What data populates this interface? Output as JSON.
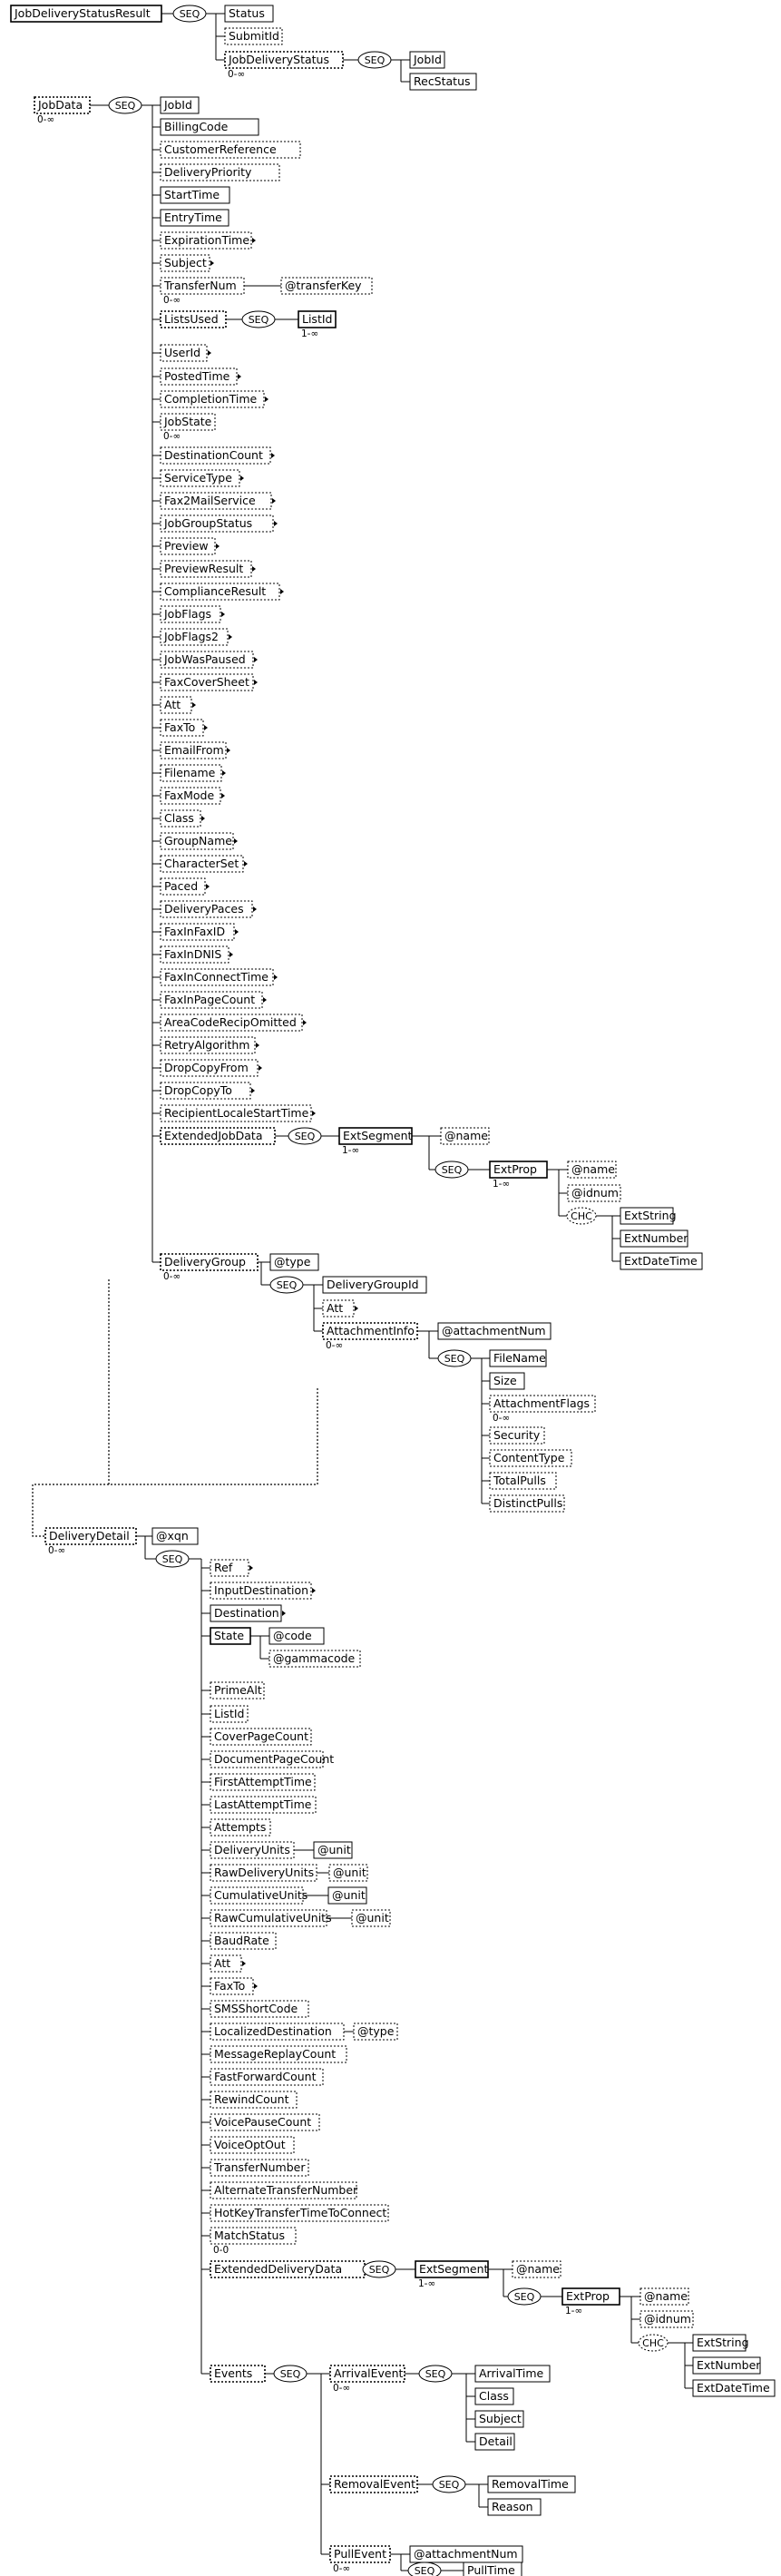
{
  "diagram": {
    "root": "JobDeliveryStatusResult",
    "compositors": {
      "seq": "SEQ",
      "chc": "CHC"
    },
    "cardinalities": {
      "zero_many": "0-∞",
      "one_many": "1-∞",
      "zero_one": "0-0"
    },
    "result_children": [
      "Status",
      "SubmitId",
      "JobDeliveryStatus"
    ],
    "delivery_status_children": [
      "JobId",
      "RecStatus"
    ],
    "jobdata": {
      "label": "JobData",
      "children": [
        "JobId",
        "BillingCode",
        "CustomerReference",
        "DeliveryPriority",
        "StartTime",
        "EntryTime",
        "ExpirationTime",
        "Subject",
        "TransferNum",
        "ListsUsed",
        "UserId",
        "PostedTime",
        "CompletionTime",
        "JobState",
        "DestinationCount",
        "ServiceType",
        "Fax2MailService",
        "JobGroupStatus",
        "Preview",
        "PreviewResult",
        "ComplianceResult",
        "JobFlags",
        "JobFlags2",
        "JobWasPaused",
        "FaxCoverSheet",
        "Att",
        "FaxTo",
        "EmailFrom",
        "Filename",
        "FaxMode",
        "Class",
        "GroupName",
        "CharacterSet",
        "Paced",
        "DeliveryPaces",
        "FaxInFaxID",
        "FaxInDNIS",
        "FaxInConnectTime",
        "FaxInPageCount",
        "AreaCodeRecipOmitted",
        "RetryAlgorithm",
        "DropCopyFrom",
        "DropCopyTo",
        "RecipientLocaleStartTime",
        "ExtendedJobData",
        "DeliveryGroup"
      ],
      "transfer_key": "@transferKey",
      "list_id": "ListId",
      "ext_segment": "ExtSegment",
      "name_attr": "@name",
      "ext_prop": "ExtProp",
      "idnum_attr": "@idnum",
      "ext_values": [
        "ExtString",
        "ExtNumber",
        "ExtDateTime"
      ]
    },
    "delivery_group": {
      "type_attr": "@type",
      "children": [
        "DeliveryGroupId",
        "Att",
        "AttachmentInfo"
      ],
      "attachment_num": "@attachmentNum",
      "attachment_children": [
        "FileName",
        "Size",
        "AttachmentFlags",
        "Security",
        "ContentType",
        "TotalPulls",
        "DistinctPulls"
      ]
    },
    "delivery_detail": {
      "label": "DeliveryDetail",
      "xqn_attr": "@xqn",
      "children": [
        "Ref",
        "InputDestination",
        "Destination",
        "State",
        "PrimeAlt",
        "ListId",
        "CoverPageCount",
        "DocumentPageCount",
        "FirstAttemptTime",
        "LastAttemptTime",
        "Attempts",
        "DeliveryUnits",
        "RawDeliveryUnits",
        "CumulativeUnits",
        "RawCumulativeUnits",
        "BaudRate",
        "Att",
        "FaxTo",
        "SMSShortCode",
        "LocalizedDestination",
        "MessageReplayCount",
        "FastForwardCount",
        "RewindCount",
        "VoicePauseCount",
        "VoiceOptOut",
        "TransferNumber",
        "AlternateTransferNumber",
        "HotKeyTransferTimeToConnect",
        "MatchStatus",
        "ExtendedDeliveryData",
        "Events"
      ],
      "code_attr": "@code",
      "gammacode_attr": "@gammacode",
      "unit_attr": "@unit",
      "type_attr": "@type",
      "events": [
        "ArrivalEvent",
        "RemovalEvent",
        "PullEvent"
      ],
      "arrival_children": [
        "ArrivalTime",
        "Class",
        "Subject",
        "Detail"
      ],
      "removal_children": [
        "RemovalTime",
        "Reason"
      ],
      "pull_children": [
        "@attachmentNum",
        "PullTime"
      ]
    }
  }
}
